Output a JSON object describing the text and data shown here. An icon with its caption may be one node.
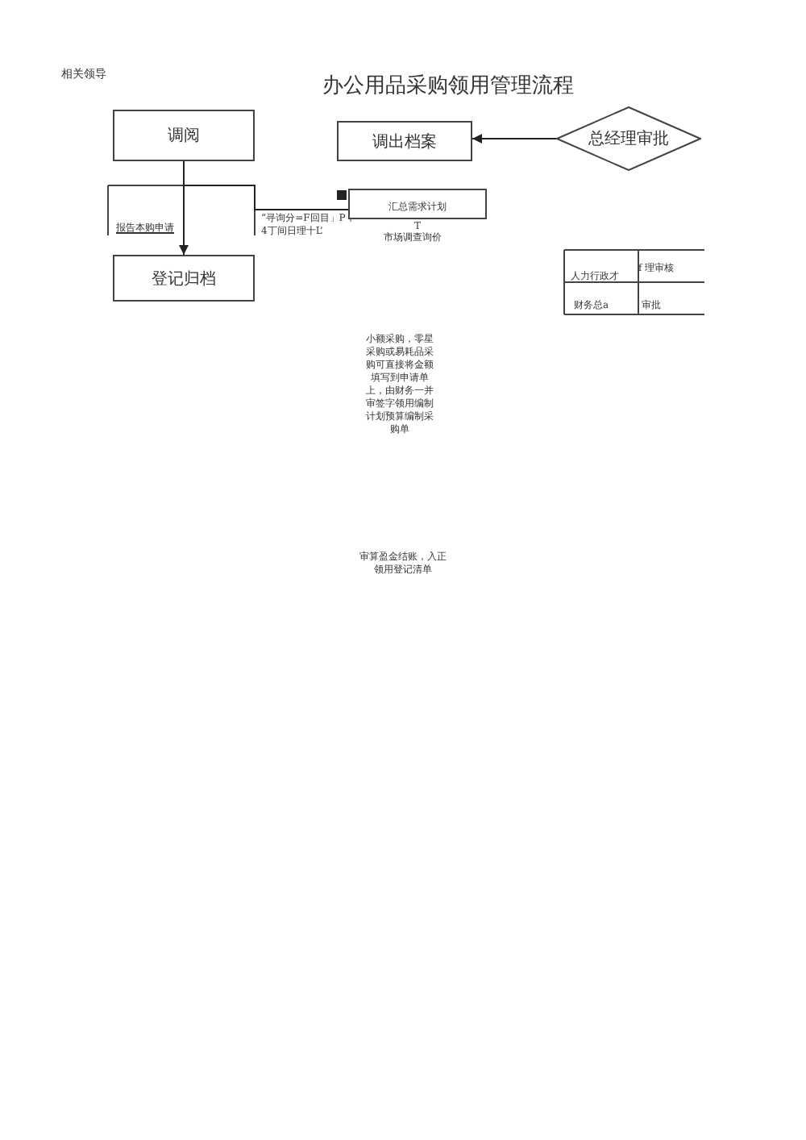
{
  "diagram": {
    "title": "办公用品采购领用管理流程",
    "nodes": [
      {
        "text": [
          "调阅"
        ]
      },
      {
        "text": [
          "调出档案"
        ]
      },
      {
        "text": [
          "总经理审批"
        ]
      },
      {
        "text": [
          "汇总需求计划"
        ],
        "beside": [
          "T"
        ]
      },
      {
        "text": [
          "登记归档"
        ]
      }
    ],
    "edges": [
      {
        "from": 2,
        "to": 1,
        "arrow": "to"
      },
      {
        "from": 0,
        "to": 4,
        "arrow": "to"
      },
      {
        "from": 0,
        "to": 3,
        "arrow": "none"
      }
    ],
    "labels": [
      "相关领导",
      "报告本购申请",
      "“寻询分=F回目」P，4丁间日理十L’",
      "市场调查询价",
      "人力行政才",
      "f 理审核",
      "财务总a",
      "审批",
      "小额采购，零星采购或易耗品采购可直接将金额填写到申请单上，由财务一并审签字领用编制计划预算编制采购单",
      "审算盈金结账，入正领用登记清单"
    ]
  }
}
